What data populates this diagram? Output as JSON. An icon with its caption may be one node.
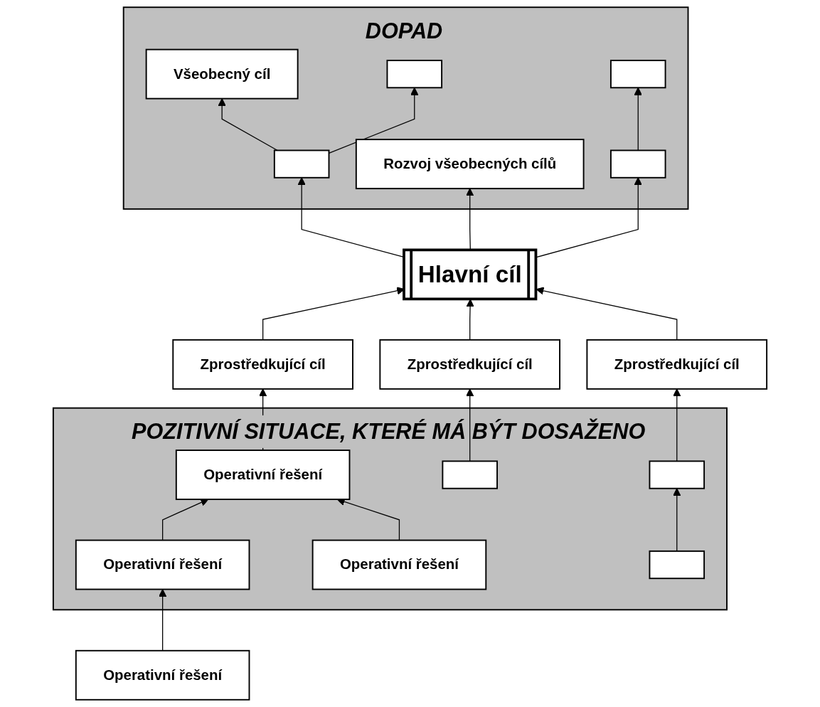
{
  "diagram": {
    "nodes": [
      {
        "text": [
          "DOPAD"
        ]
      },
      {
        "text": [
          "Všeobecný cíl"
        ],
        "in": 0
      },
      {
        "text": [],
        "shape": "box",
        "in": 0
      },
      {
        "text": [],
        "shape": "box",
        "in": 0
      },
      {
        "text": [],
        "shape": "box",
        "in": 0
      },
      {
        "text": [
          "Rozvoj všeobecných cílů"
        ],
        "in": 0
      },
      {
        "text": [],
        "shape": "box",
        "in": 0
      },
      {
        "text": [
          "Hlavní cíl"
        ]
      },
      {
        "text": [
          "Zprostředkující cíl"
        ]
      },
      {
        "text": [
          "Zprostředkující cíl"
        ]
      },
      {
        "text": [
          "Zprostředkující cíl"
        ]
      },
      {
        "text": [
          "POZITIVNÍ SITUACE, KTERÉ MÁ BÝT DOSAŽENO"
        ]
      },
      {
        "text": [
          "Operativní řešení"
        ],
        "in": 11
      },
      {
        "text": [],
        "shape": "box",
        "in": 11
      },
      {
        "text": [],
        "shape": "box",
        "in": 11
      },
      {
        "text": [
          "Operativní řešení"
        ],
        "in": 11
      },
      {
        "text": [
          "Operativní řešení"
        ],
        "in": 11
      },
      {
        "text": [
          "Operativní řešení"
        ]
      },
      {
        "text": [],
        "shape": "box",
        "in": 11
      }
    ],
    "edges": [
      {
        "from": 4,
        "to": 1,
        "arrow": "to"
      },
      {
        "from": 4,
        "to": 2,
        "arrow": "to"
      },
      {
        "from": 6,
        "to": 3,
        "arrow": "to"
      },
      {
        "from": 7,
        "to": 4,
        "arrow": "to"
      },
      {
        "from": 7,
        "to": 5,
        "arrow": "to"
      },
      {
        "from": 7,
        "to": 6,
        "arrow": "to"
      },
      {
        "from": 8,
        "to": 7,
        "arrow": "to"
      },
      {
        "from": 9,
        "to": 7,
        "arrow": "to"
      },
      {
        "from": 10,
        "to": 7,
        "arrow": "to"
      },
      {
        "from": 12,
        "to": 8,
        "arrow": "to"
      },
      {
        "from": 13,
        "to": 9,
        "arrow": "to"
      },
      {
        "from": 14,
        "to": 10,
        "arrow": "to"
      },
      {
        "from": 15,
        "to": 12,
        "arrow": "to"
      },
      {
        "from": 16,
        "to": 12,
        "arrow": "to"
      },
      {
        "from": 17,
        "to": 15,
        "arrow": "to"
      },
      {
        "from": 18,
        "to": 14,
        "arrow": "to"
      }
    ]
  }
}
